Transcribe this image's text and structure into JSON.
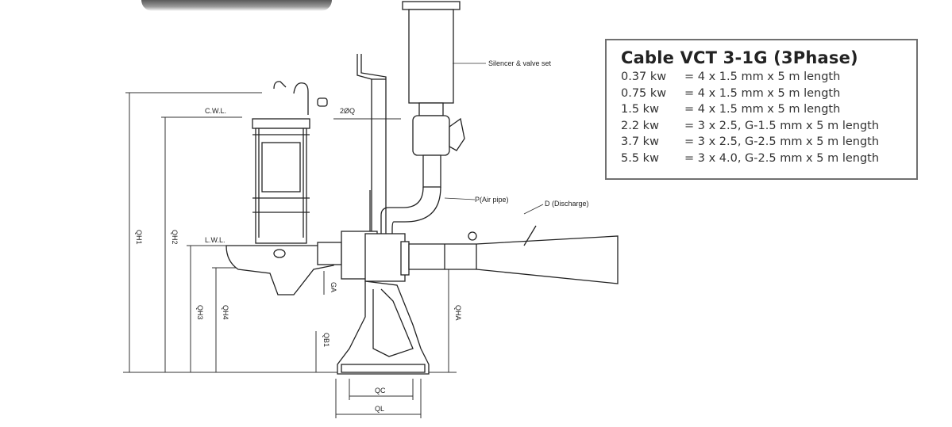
{
  "cable_table": {
    "title": "Cable VCT 3-1G (3Phase)",
    "rows": [
      {
        "kw": "0.37 kw",
        "spec": "= 4 x 1.5 mm x 5 m length"
      },
      {
        "kw": "0.75 kw",
        "spec": "= 4 x 1.5 mm x 5 m length"
      },
      {
        "kw": "1.5 kw",
        "spec": "= 4 x 1.5 mm x 5 m length"
      },
      {
        "kw": "2.2 kw",
        "spec": "= 3 x 2.5, G-1.5 mm x 5 m length"
      },
      {
        "kw": "3.7 kw",
        "spec": "= 3 x 2.5, G-2.5 mm x 5 m length"
      },
      {
        "kw": "5.5 kw",
        "spec": "= 3 x 4.0, G-2.5 mm x 5 m length"
      }
    ]
  },
  "drawing_labels": {
    "silencer": "Silencer & valve set",
    "air_pipe": "P(Air pipe)",
    "discharge": "D (Discharge)",
    "cwl": "C.W.L.",
    "lwl": "L.W.L.",
    "two_phi_q": "2ØQ",
    "qh1": "QH1",
    "qh2": "QH2",
    "qh3": "QH3",
    "qh4": "QH4",
    "qha": "QHA",
    "qb1": "QB1",
    "ga": "GA",
    "qc": "QC",
    "ql": "QL"
  }
}
